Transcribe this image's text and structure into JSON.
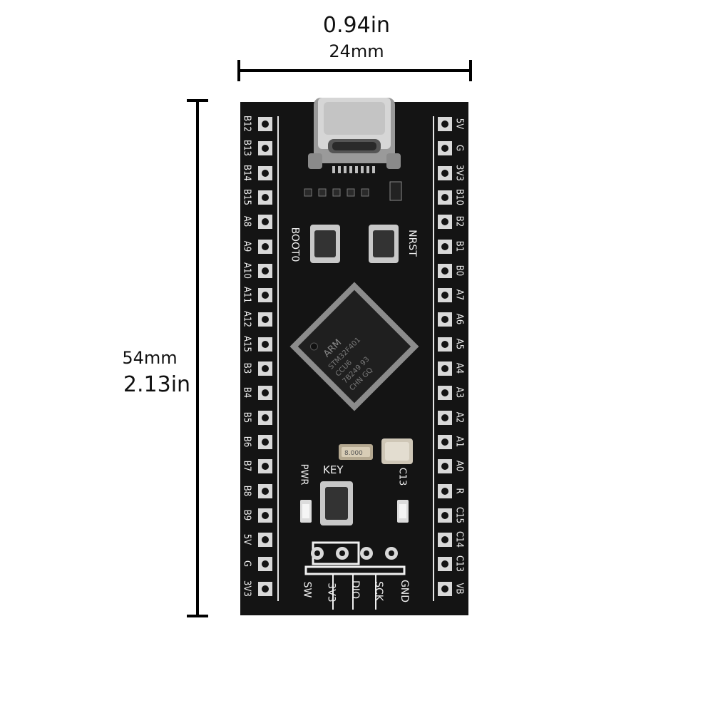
{
  "dimensions": {
    "width_in": "0.94in",
    "width_mm": "24mm",
    "height_mm": "54mm",
    "height_in": "2.13in"
  },
  "left_header_pins": [
    "B12",
    "B13",
    "B14",
    "B15",
    "A8",
    "A9",
    "A10",
    "A11",
    "A12",
    "A15",
    "B3",
    "B4",
    "B5",
    "B6",
    "B7",
    "B8",
    "B9",
    "5V",
    "G",
    "3V3"
  ],
  "right_header_pins": [
    "5V",
    "G",
    "3V3",
    "B10",
    "B2",
    "B1",
    "B0",
    "A7",
    "A6",
    "A5",
    "A4",
    "A3",
    "A2",
    "A1",
    "A0",
    "R",
    "C15",
    "C14",
    "C13",
    "VB"
  ],
  "board_labels": {
    "boot_button": "BOOT0",
    "reset_button": "NRST",
    "user_key": "KEY",
    "power_led": "PWR",
    "user_led": "C13"
  },
  "chip_markings": [
    "ARM",
    "STM32F401",
    "CCU6",
    "7B249 93",
    "CHN GQ"
  ],
  "crystal_label": "8.000",
  "swd_header": {
    "title": "SW",
    "pins": [
      "3V3",
      "DIO",
      "SCK",
      "GND"
    ]
  },
  "colors": {
    "board": "#141414",
    "silkscreen": "#f2f2f2",
    "pad": "#d9d9d9",
    "usb_metal": "#b8b8b8"
  },
  "icons": [
    "usb-c-connector-icon",
    "push-button-icon",
    "mcu-chip-icon",
    "crystal-icon",
    "led-icon"
  ]
}
